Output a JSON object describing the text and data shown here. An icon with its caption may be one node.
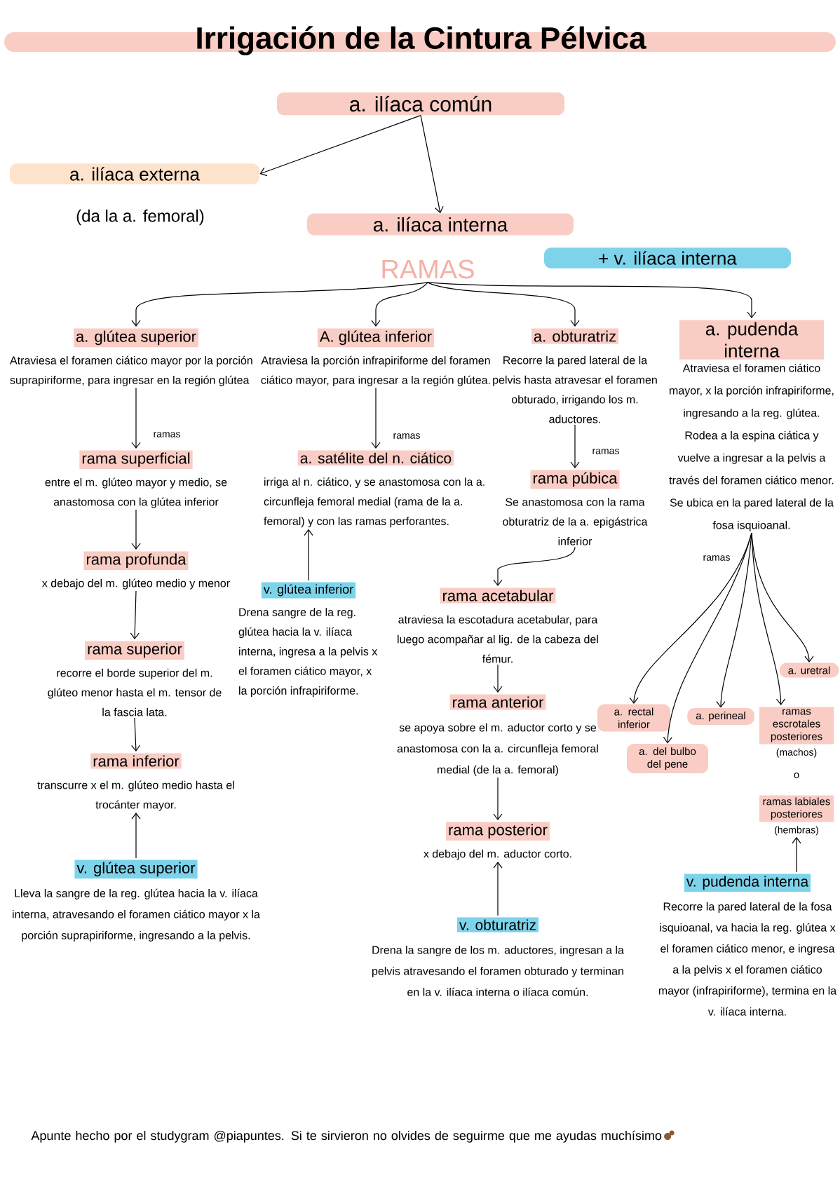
{
  "diagram": {
    "title": "Irrigación de la Cintura Pélvica",
    "nodes": [
      {
        "text": [
          "a. ilíaca común"
        ]
      },
      {
        "text": [
          "a. ilíaca externa"
        ],
        "beside": [
          "(da la a. femoral)"
        ]
      },
      {
        "text": [
          "a. ilíaca interna"
        ]
      },
      {
        "text": [
          "+ v. ilíaca interna"
        ]
      },
      {
        "text": [
          "RAMAS"
        ]
      },
      {
        "text": [
          "a. glútea superior",
          "Atraviesa el foramen ciático mayor por la porción suprapiriforme, para ingresar en la región glútea"
        ]
      },
      {
        "text": [
          "rama superficial",
          "entre el m. glúteo mayor y medio, se anastomosa con la glútea inferior"
        ]
      },
      {
        "text": [
          "rama profunda",
          "x debajo del m. glúteo medio y menor"
        ]
      },
      {
        "text": [
          "rama superior",
          "recorre el borde superior del m. glúteo menor hasta el m. tensor de la fascia lata."
        ]
      },
      {
        "text": [
          "rama inferior",
          "transcurre x el m. glúteo medio hasta el trocánter mayor."
        ]
      },
      {
        "text": [
          "v. glútea superior",
          "Lleva la sangre de la reg. glútea hacia la v. ilíaca interna, atravesando el foramen ciático mayor x la porción suprapiriforme, ingresando a la pelvis."
        ]
      },
      {
        "text": [
          "A. glútea inferior",
          "Atraviesa la porción infrapiriforme del foramen ciático mayor, para ingresar a la región glútea."
        ]
      },
      {
        "text": [
          "a. satélite del n. ciático",
          "irriga al n. ciático, y se anastomosa con la a. circunfleja femoral medial (rama de la a. femoral) y con las ramas perforantes."
        ]
      },
      {
        "text": [
          "v. glútea inferior",
          "Drena sangre de la reg. glútea hacia la v. ilíaca interna, ingresa a la pelvis x el foramen ciático mayor, x la porción infrapiriforme."
        ]
      },
      {
        "text": [
          "a. obturatriz",
          "Recorre la pared lateral de la pelvis hasta atravesar el foramen obturado, irrigando los m. aductores."
        ]
      },
      {
        "text": [
          "rama púbica",
          "Se anastomosa con la rama obturatriz de la a. epigástrica inferior"
        ]
      },
      {
        "text": [
          "rama acetabular",
          "atraviesa la escotadura acetabular, para luego acompañar al lig. de la cabeza del fémur."
        ]
      },
      {
        "text": [
          "rama anterior",
          "se apoya sobre el m. aductor corto y se anastomosa con la a. circunfleja femoral medial (de la a. femoral)"
        ]
      },
      {
        "text": [
          "rama posterior",
          "x debajo del m. aductor corto."
        ]
      },
      {
        "text": [
          "v. obturatriz",
          "Drena la sangre de los m. aductores, ingresan a la pelvis atravesando el foramen obturado y terminan en la v. ilíaca interna o ilíaca común."
        ]
      },
      {
        "text": [
          "a. pudenda interna",
          "Atraviesa el foramen ciático mayor, x la porción infrapiriforme, ingresando a la reg. glútea. Rodea a la espina ciática y vuelve a ingresar a la pelvis a través del foramen ciático menor. Se ubica en la pared lateral de la fosa isquioanal."
        ]
      },
      {
        "text": [
          "a. rectal inferior"
        ]
      },
      {
        "text": [
          "a. del bulbo del pene"
        ]
      },
      {
        "text": [
          "a. perineal"
        ]
      },
      {
        "text": [
          "ramas escrotales posteriores",
          "(machos)"
        ]
      },
      {
        "text": [
          "ramas labiales posteriores",
          "(hembras)"
        ]
      },
      {
        "text": [
          "a. uretral"
        ]
      },
      {
        "text": [
          "v. pudenda interna",
          "Recorre la pared lateral de la fosa isquioanal, va hacia la reg. glútea x el foramen ciático menor, e ingresa a la pelvis x el foramen ciático mayor (infrapiriforme), termina en la v. ilíaca interna."
        ]
      }
    ],
    "edges": [
      {
        "from": 0,
        "to": 1,
        "arrow": "to"
      },
      {
        "from": 0,
        "to": 2,
        "arrow": "to"
      },
      {
        "from": 4,
        "to": 5,
        "arrow": "to"
      },
      {
        "from": 4,
        "to": 11,
        "arrow": "to"
      },
      {
        "from": 4,
        "to": 14,
        "arrow": "to"
      },
      {
        "from": 4,
        "to": 20,
        "arrow": "to"
      },
      {
        "from": 5,
        "to": 6,
        "arrow": "to",
        "label": "ramas"
      },
      {
        "from": 6,
        "to": 7,
        "arrow": "to"
      },
      {
        "from": 7,
        "to": 8,
        "arrow": "to"
      },
      {
        "from": 8,
        "to": 9,
        "arrow": "to"
      },
      {
        "from": 10,
        "to": 9,
        "arrow": "to"
      },
      {
        "from": 11,
        "to": 12,
        "arrow": "to",
        "label": "ramas"
      },
      {
        "from": 13,
        "to": 12,
        "arrow": "to"
      },
      {
        "from": 14,
        "to": 15,
        "arrow": "to",
        "label": "ramas"
      },
      {
        "from": 15,
        "to": 16,
        "arrow": "to"
      },
      {
        "from": 16,
        "to": 17,
        "arrow": "to"
      },
      {
        "from": 17,
        "to": 18,
        "arrow": "to"
      },
      {
        "from": 19,
        "to": 18,
        "arrow": "to"
      },
      {
        "from": 20,
        "to": 21,
        "arrow": "to",
        "label": "ramas"
      },
      {
        "from": 20,
        "to": 22,
        "arrow": "to"
      },
      {
        "from": 20,
        "to": 23,
        "arrow": "to"
      },
      {
        "from": 20,
        "to": 24,
        "arrow": "to"
      },
      {
        "from": 20,
        "to": 26,
        "arrow": "to"
      },
      {
        "from": 27,
        "to": 25,
        "arrow": "to"
      }
    ],
    "labels": [
      "o",
      "Apunte hecho por el studygram @piapuntes. Si te sirvieron no olvides de seguirme que me ayudas muchísimo"
    ]
  }
}
